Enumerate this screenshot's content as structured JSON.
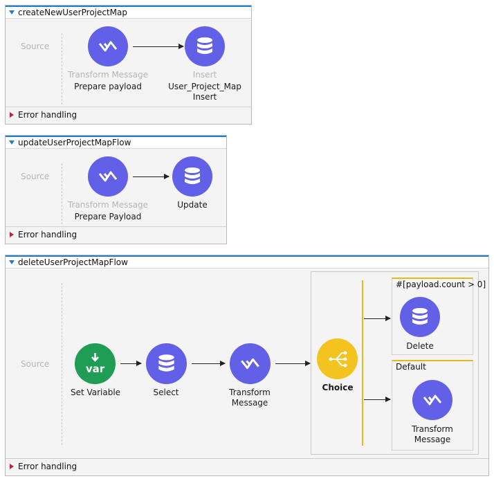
{
  "flows": [
    {
      "title": "createNewUserProjectMap",
      "source_label": "Source",
      "nodes": [
        {
          "type_label": "Transform Message",
          "name": "Prepare payload"
        },
        {
          "type_label": "Insert",
          "name": "User_Project_Map",
          "name2": "Insert"
        }
      ],
      "error_label": "Error handling"
    },
    {
      "title": "updateUserProjectMapFlow",
      "source_label": "Source",
      "nodes": [
        {
          "type_label": "Transform Message",
          "name": "Prepare Payload"
        },
        {
          "name": "Update"
        }
      ],
      "error_label": "Error handling"
    },
    {
      "title": "deleteUserProjectMapFlow",
      "source_label": "Source",
      "nodes": [
        {
          "name": "Set Variable",
          "icon_text": "var"
        },
        {
          "name": "Select"
        },
        {
          "name": "Transform",
          "name2": "Message"
        },
        {
          "name": "Choice"
        }
      ],
      "routes": [
        {
          "title": "#[payload.count > 0]",
          "node_name": "Delete"
        },
        {
          "title": "Default",
          "node_name": "Transform",
          "node_name2": "Message"
        }
      ],
      "error_label": "Error handling"
    }
  ],
  "colors": {
    "transform": "#6360e8",
    "database": "#6360e8",
    "set_variable": "#1f9d55",
    "choice": "#f3c41f",
    "flow_header_accent": "#1e7fd0",
    "error_triangle": "#c0243a"
  },
  "icons": {
    "transform": "transform-message-icon",
    "database": "database-icon",
    "set_variable": "set-variable-icon",
    "choice": "choice-router-icon"
  }
}
